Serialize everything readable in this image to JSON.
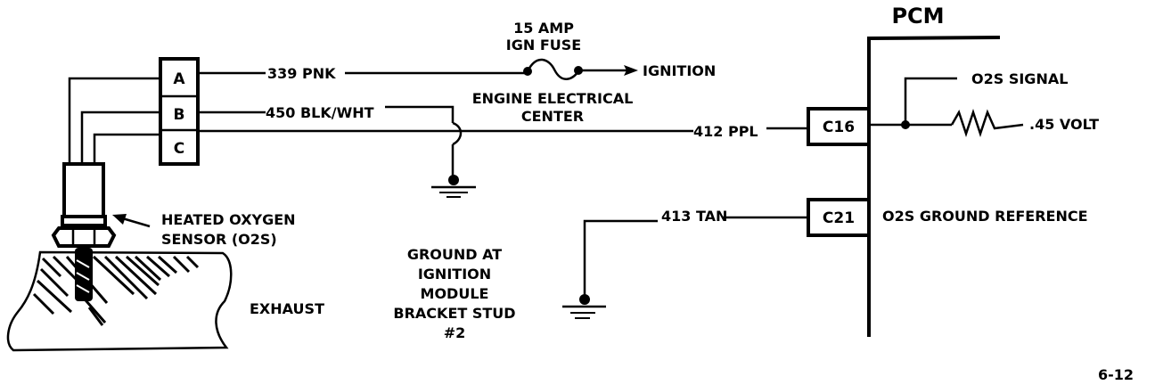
{
  "diagram": {
    "module": {
      "name": "PCM",
      "terminals": [
        {
          "id": "C16",
          "function": "O2S SIGNAL",
          "reference": ".45 VOLT"
        },
        {
          "id": "C21",
          "function": "O2S GROUND REFERENCE"
        }
      ]
    },
    "sensor": {
      "label_line1": "HEATED OXYGEN",
      "label_line2": "SENSOR (O2S)",
      "mount_label": "EXHAUST",
      "connector_pins": [
        "A",
        "B",
        "C"
      ]
    },
    "wires": [
      {
        "circuit": "339 PNK",
        "from_pin": "A",
        "to": "IGNITION"
      },
      {
        "circuit": "450 BLK/WHT",
        "from_pin": "B",
        "to": "ground"
      },
      {
        "circuit": "412 PPL",
        "from_pin": "C",
        "to": "C16"
      },
      {
        "circuit": "413 TAN",
        "from": "ground",
        "to": "C21"
      }
    ],
    "fuse": {
      "line1": "15 AMP",
      "line2": "IGN FUSE"
    },
    "ignition_label": "IGNITION",
    "fuse_block": {
      "line1": "ENGINE ELECTRICAL",
      "line2": "CENTER"
    },
    "ground_location": {
      "lines": [
        "GROUND AT",
        "IGNITION",
        "MODULE",
        "BRACKET STUD",
        "#2"
      ]
    },
    "figure_number": "6-12"
  }
}
